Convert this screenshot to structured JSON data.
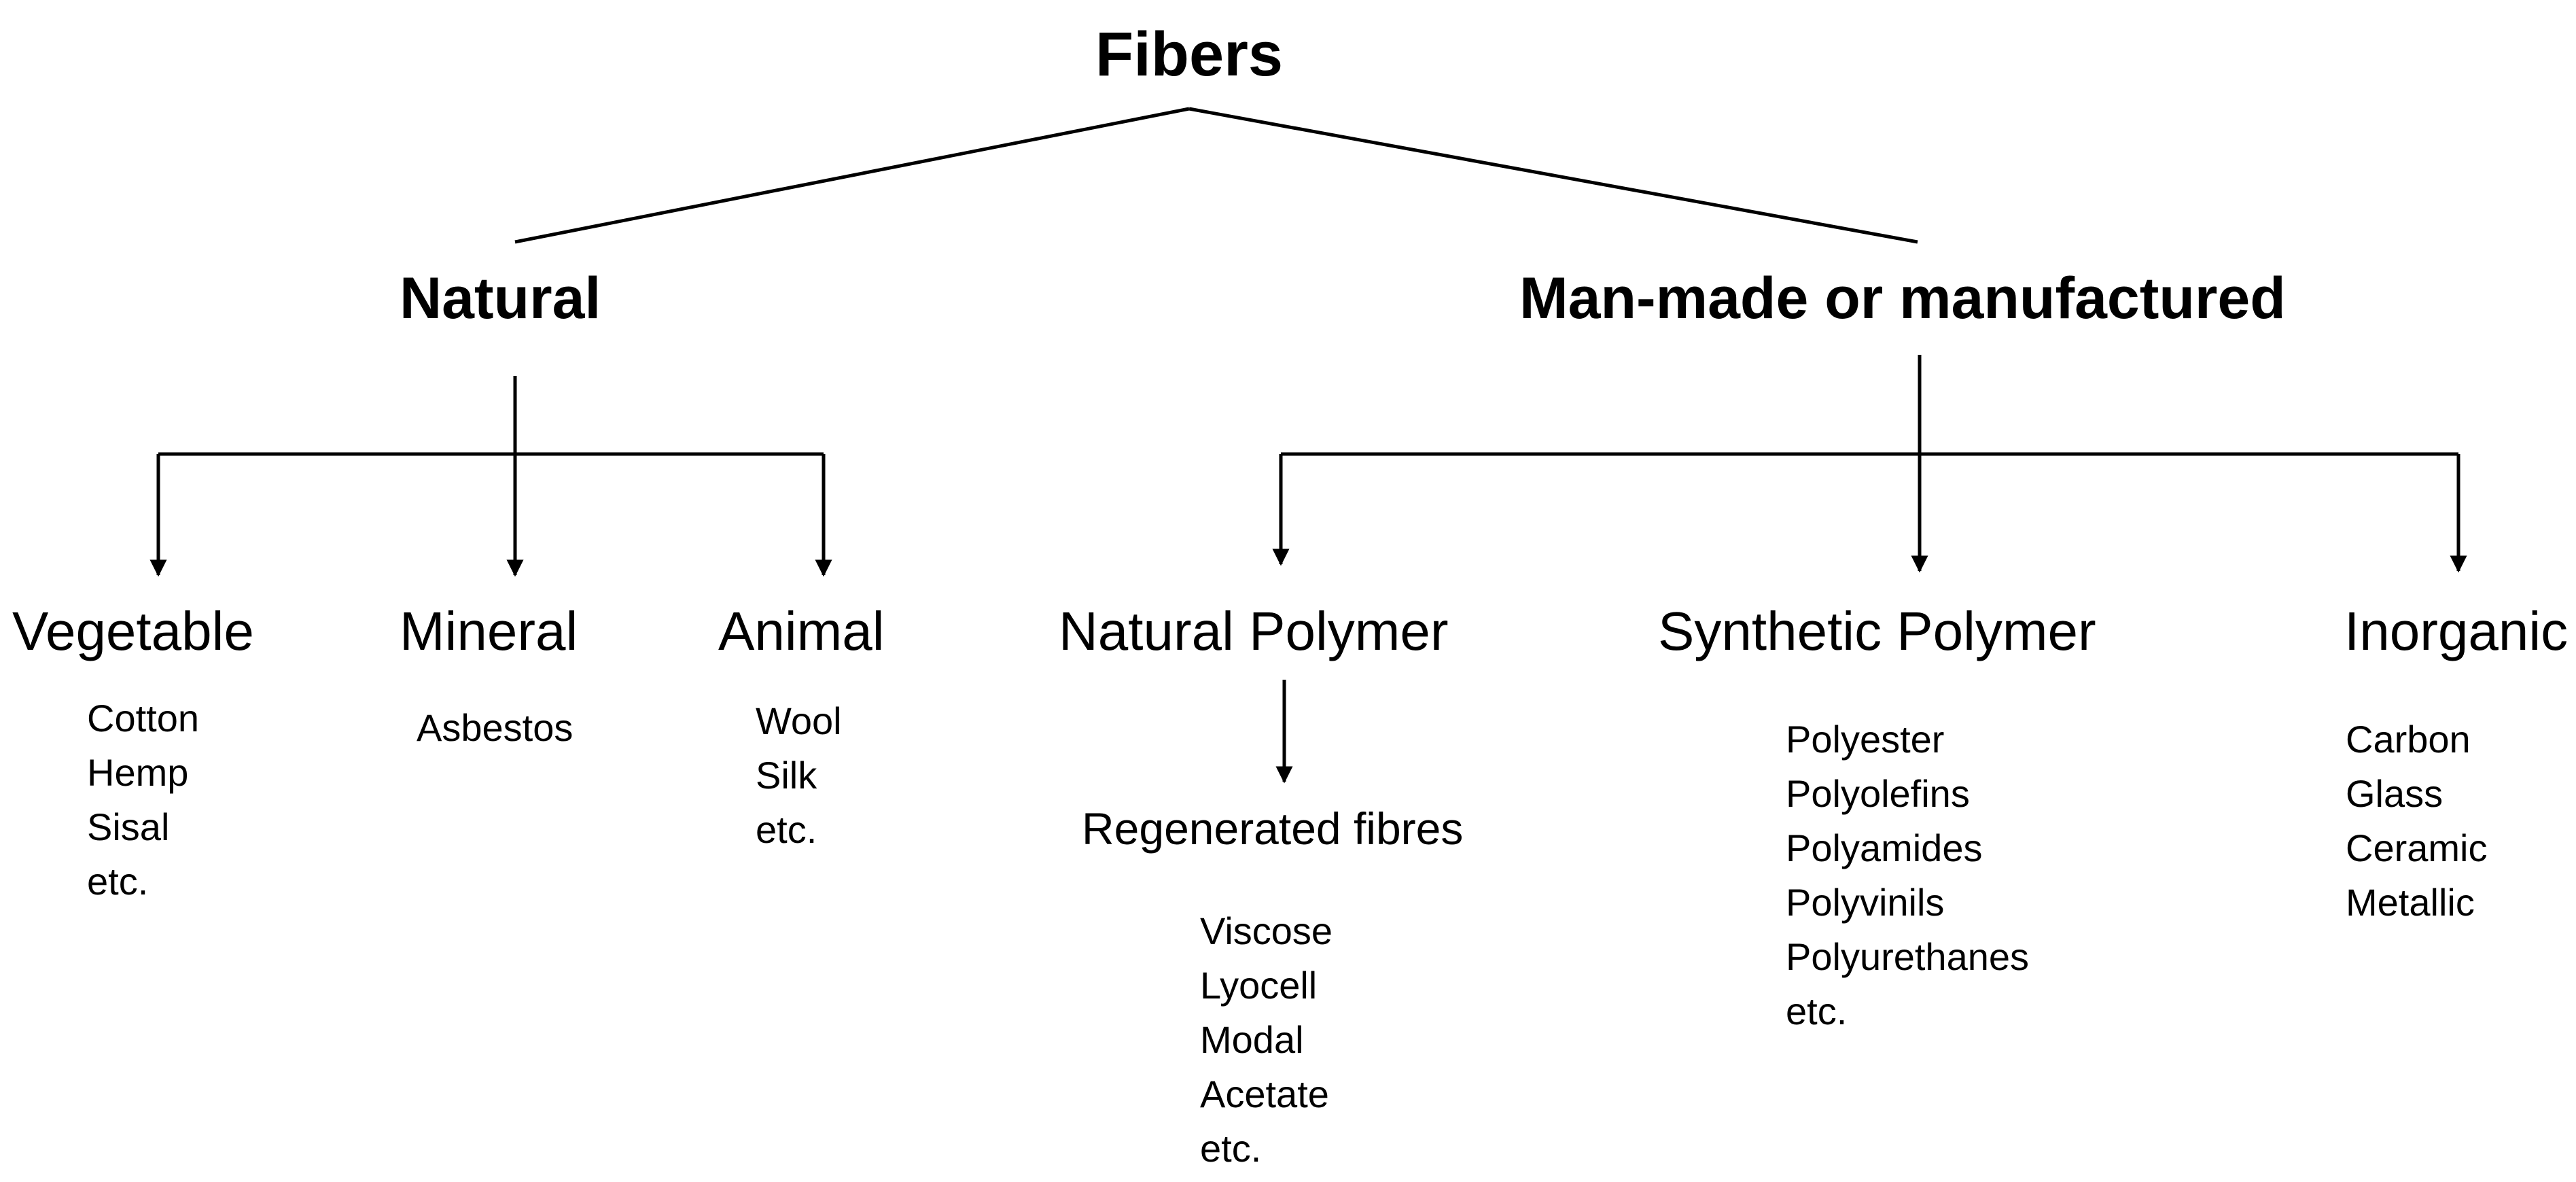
{
  "title": "Fibers",
  "branches": {
    "natural": {
      "label": "Natural",
      "children": [
        {
          "label": "Vegetable",
          "items": [
            "Cotton",
            "Hemp",
            "Sisal",
            "etc."
          ]
        },
        {
          "label": "Mineral",
          "items": [
            "Asbestos"
          ]
        },
        {
          "label": "Animal",
          "items": [
            "Wool",
            "Silk",
            "etc."
          ]
        }
      ]
    },
    "manmade": {
      "label": "Man-made or manufactured",
      "children": [
        {
          "label": "Natural Polymer",
          "sub": {
            "label": "Regenerated fibres",
            "items": [
              "Viscose",
              "Lyocell",
              "Modal",
              "Acetate",
              "etc."
            ]
          }
        },
        {
          "label": "Synthetic Polymer",
          "items": [
            "Polyester",
            "Polyolefins",
            "Polyamides",
            "Polyvinils",
            "Polyurethanes",
            "etc."
          ]
        },
        {
          "label": "Inorganic",
          "items": [
            "Carbon",
            "Glass",
            "Ceramic",
            "Metallic"
          ]
        }
      ]
    }
  }
}
